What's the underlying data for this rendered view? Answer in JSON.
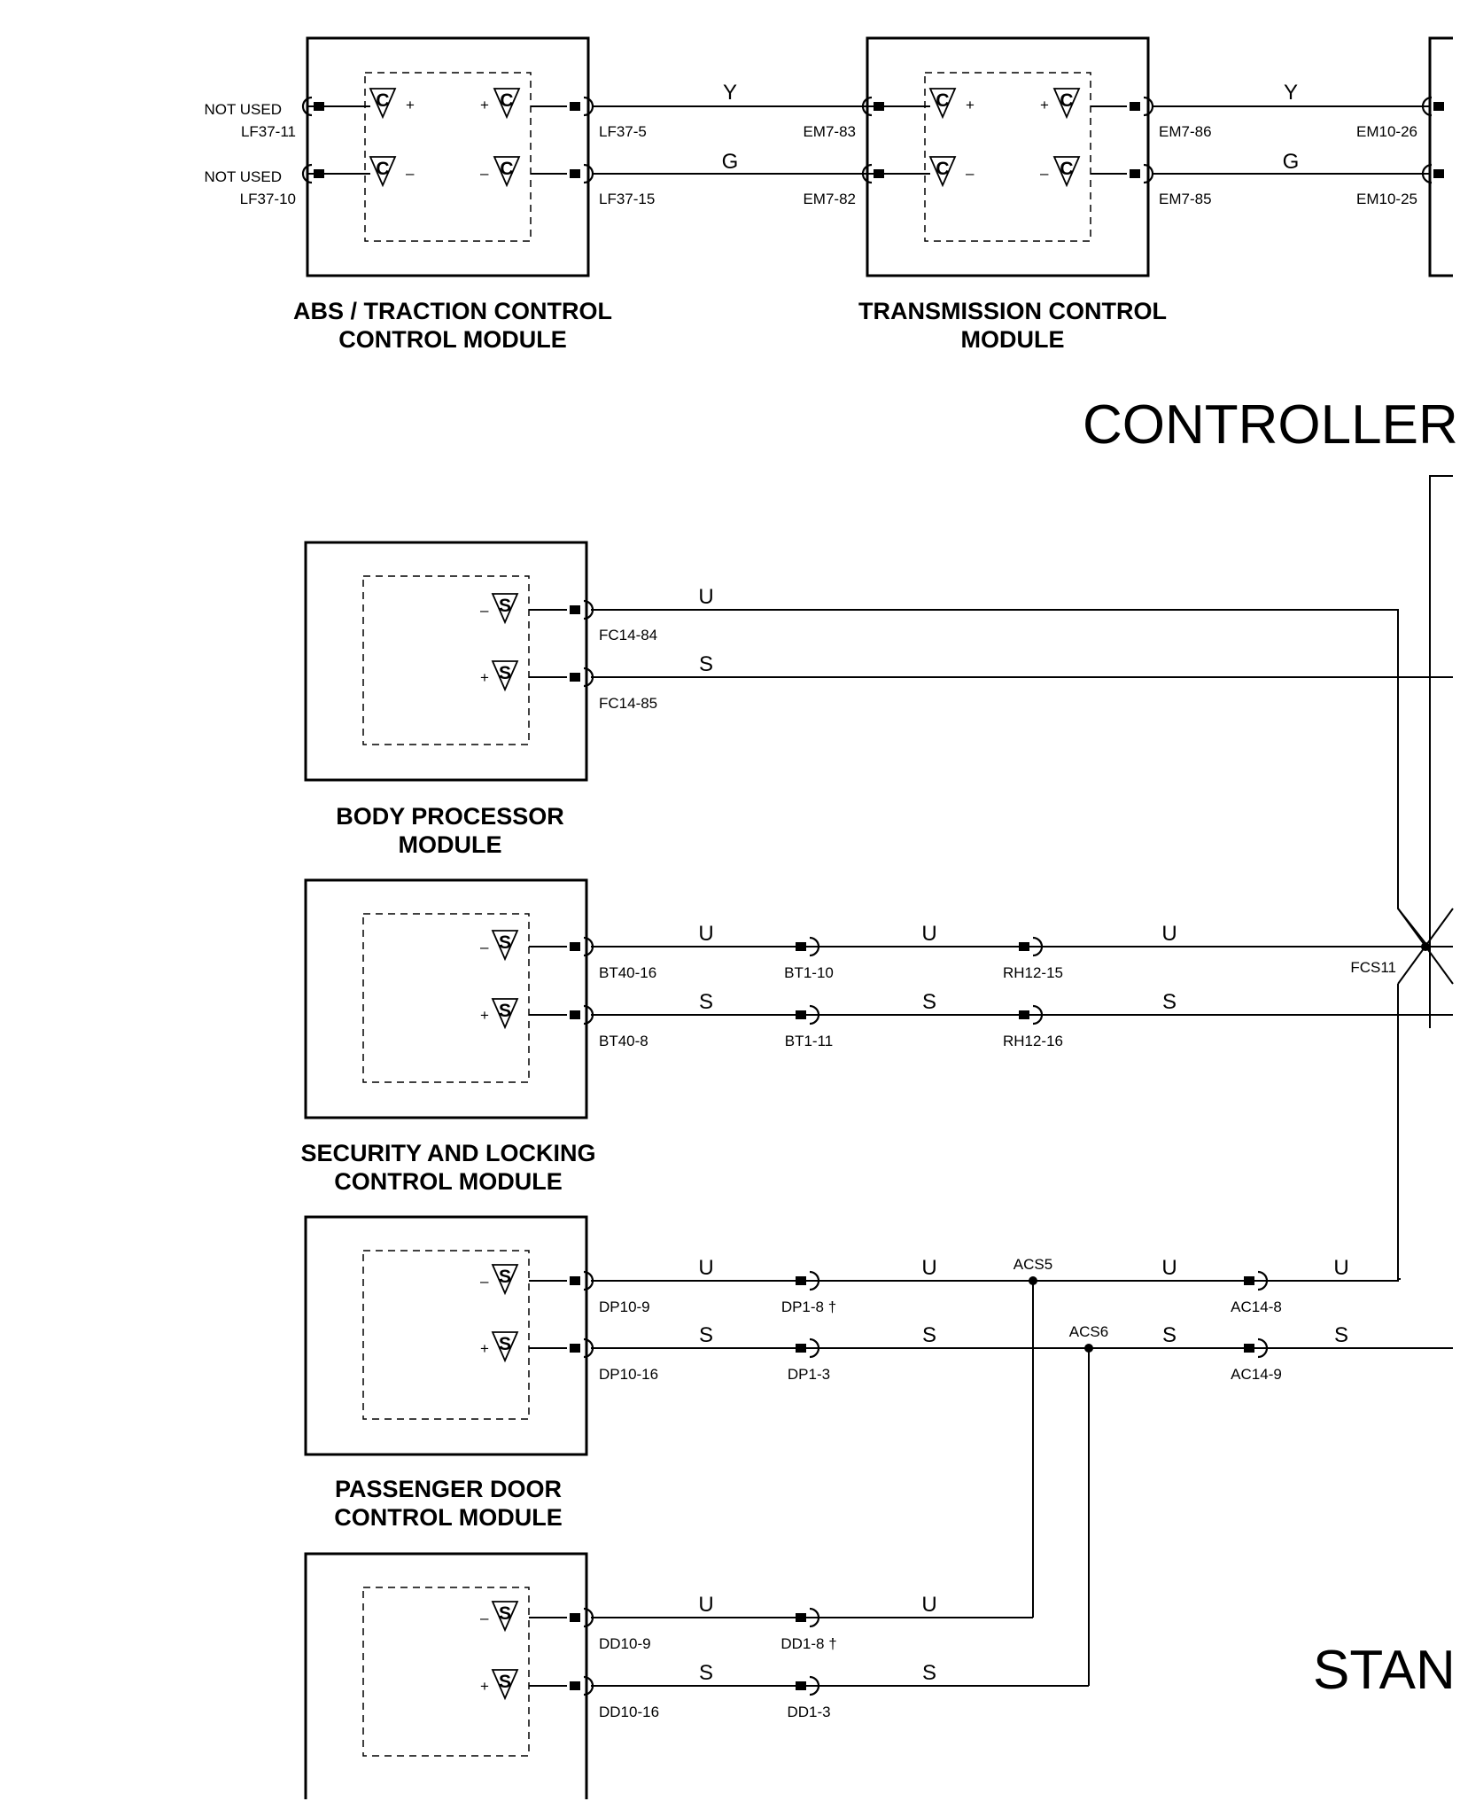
{
  "modules": {
    "abs": {
      "name_line1": "ABS / TRACTION CONTROL",
      "name_line2": "CONTROL MODULE"
    },
    "tcm": {
      "name_line1": "TRANSMISSION CONTROL",
      "name_line2": "MODULE"
    },
    "bpm": {
      "name_line1": "BODY PROCESSOR",
      "name_line2": "MODULE"
    },
    "slcm": {
      "name_line1": "SECURITY AND LOCKING",
      "name_line2": "CONTROL MODULE"
    },
    "pdcm": {
      "name_line1": "PASSENGER DOOR",
      "name_line2": "CONTROL MODULE"
    }
  },
  "symbols": {
    "can": "C",
    "scp": "S",
    "plus": "+",
    "minus": "–"
  },
  "labels": {
    "not_used": "NOT USED",
    "lf37_11": "LF37-11",
    "lf37_10": "LF37-10",
    "lf37_5": "LF37-5",
    "lf37_15": "LF37-15",
    "em7_83": "EM7-83",
    "em7_82": "EM7-82",
    "em7_86": "EM7-86",
    "em7_85": "EM7-85",
    "em10_26": "EM10-26",
    "em10_25": "EM10-25",
    "fc14_84": "FC14-84",
    "fc14_85": "FC14-85",
    "bt40_16": "BT40-16",
    "bt40_8": "BT40-8",
    "bt1_10": "BT1-10",
    "bt1_11": "BT1-11",
    "rh12_15": "RH12-15",
    "rh12_16": "RH12-16",
    "fcs11": "FCS11",
    "dp10_9": "DP10-9",
    "dp10_16": "DP10-16",
    "dp1_8": "DP1-8 †",
    "dp1_3": "DP1-3",
    "acs5": "ACS5",
    "acs6": "ACS6",
    "ac14_8": "AC14-8",
    "ac14_9": "AC14-9",
    "dd10_9": "DD10-9",
    "dd10_16": "DD10-16",
    "dd1_8": "DD1-8 †",
    "dd1_3": "DD1-3"
  },
  "wire_colors": {
    "yellow": "Y",
    "green": "G",
    "blue": "U",
    "slate": "S"
  },
  "section_titles": {
    "controller": "CONTROLLER AF",
    "standard": "STANI"
  }
}
